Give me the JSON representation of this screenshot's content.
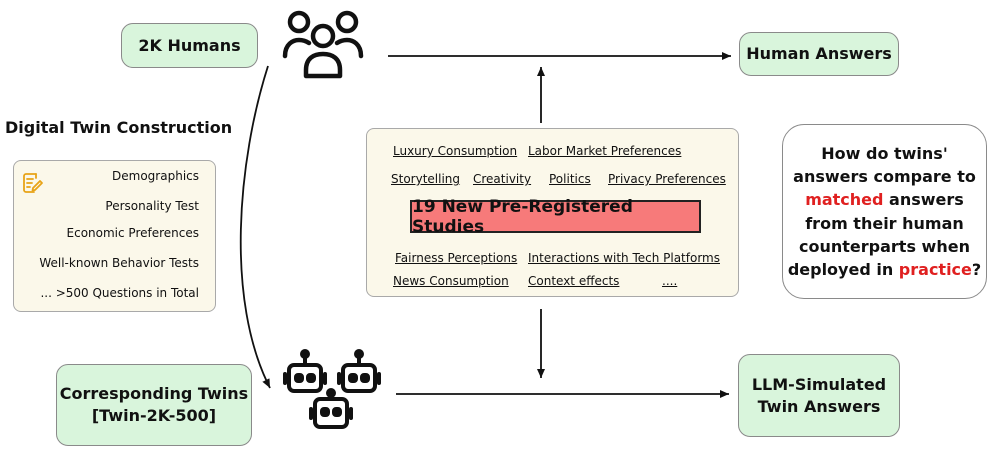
{
  "humans_label": "2K Humans",
  "human_answers_label": "Human Answers",
  "dtc_title": "Digital Twin Construction",
  "questions": [
    "Demographics",
    "Personality Test",
    "Economic Preferences",
    "Well-known Behavior Tests",
    "... >500 Questions in Total"
  ],
  "twins_label": [
    "Corresponding Twins",
    "[Twin-2K-500]"
  ],
  "llm_answers_label": [
    "LLM-Simulated",
    "Twin Answers"
  ],
  "studies": {
    "row1": [
      "Luxury Consumption",
      "Labor Market Preferences"
    ],
    "row2": [
      "Storytelling",
      "Creativity",
      "Politics",
      "Privacy Preferences"
    ],
    "title": "19 New Pre-Registered Studies",
    "row3": [
      "Fairness Perceptions",
      "Interactions with Tech Platforms"
    ],
    "row4": [
      "News Consumption",
      "Context effects",
      "...."
    ]
  },
  "research_question": {
    "line1": "How do twins'",
    "line2": "answers compare to",
    "line3_highlight": "matched",
    "line3_rest": " answers",
    "line4": "from their human",
    "line5": "counterparts when",
    "line6_start": "deployed in ",
    "line6_highlight": "practice",
    "line6_end": "?"
  },
  "colors": {
    "box_green": "#d9f5dc",
    "panel_cream": "#fbf8ea",
    "title_red": "#f77a7a",
    "highlight_red": "#e02020"
  },
  "icons": [
    "people-group-icon",
    "robot-group-icon",
    "note-edit-icon"
  ]
}
